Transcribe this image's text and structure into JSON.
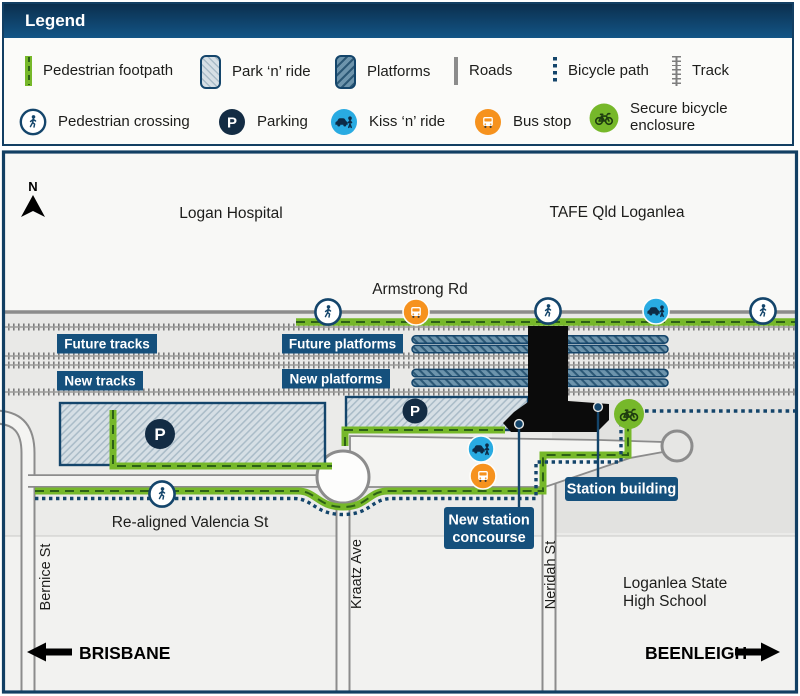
{
  "legend": {
    "title": "Legend",
    "items_row1": [
      {
        "id": "pedestrian-footpath",
        "label": "Pedestrian footpath"
      },
      {
        "id": "park-n-ride",
        "label": "Park ‘n’ ride"
      },
      {
        "id": "platforms",
        "label": "Platforms"
      },
      {
        "id": "roads",
        "label": "Roads"
      },
      {
        "id": "bicycle-path",
        "label": "Bicycle path"
      },
      {
        "id": "track",
        "label": "Track"
      }
    ],
    "items_row2": [
      {
        "id": "pedestrian-crossing",
        "label": "Pedestrian crossing"
      },
      {
        "id": "parking",
        "label": "Parking"
      },
      {
        "id": "kiss-n-ride",
        "label": "Kiss ‘n’ ride"
      },
      {
        "id": "bus-stop",
        "label": "Bus stop"
      },
      {
        "id": "secure-bicycle-enclosure",
        "label": "Secure bicycle enclosure"
      }
    ]
  },
  "icons": {
    "parking_letter": "P",
    "pedestrian": "walking-person-icon",
    "bus": "bus-icon",
    "kiss": "car-and-person-icon",
    "bicycle": "bicycle-icon"
  },
  "map": {
    "compass": "N",
    "places": {
      "logan_hospital": "Logan Hospital",
      "tafe": "TAFE Qld Loganlea",
      "high_school_line1": "Loganlea State",
      "high_school_line2": "High School"
    },
    "streets": {
      "armstrong": "Armstrong Rd",
      "valencia": "Re-aligned Valencia St",
      "bernice": "Bernice St",
      "kraatz": "Kraatz Ave",
      "neridah": "Neridah St"
    },
    "callouts": {
      "future_tracks": "Future tracks",
      "new_tracks": "New tracks",
      "future_platforms": "Future platforms",
      "new_platforms": "New platforms",
      "station_building": "Station building",
      "new_station_concourse_line1": "New station",
      "new_station_concourse_line2": "concourse"
    },
    "directions": {
      "west": "BRISBANE",
      "east": "BEENLEIGH"
    },
    "colors": {
      "navy": "#14456b",
      "callout_box": "#15507c",
      "footpath_green": "#76b82a",
      "footpath_dash": "#2c5f16",
      "bus_orange": "#f6921e",
      "kiss_blue": "#29abe2",
      "bike_green": "#76b82a",
      "platform_blue": "#6d94ac",
      "park_fill": "#d6dfe5",
      "road_gray": "#8c8c8c",
      "building_black": "#0b0b0b"
    }
  }
}
